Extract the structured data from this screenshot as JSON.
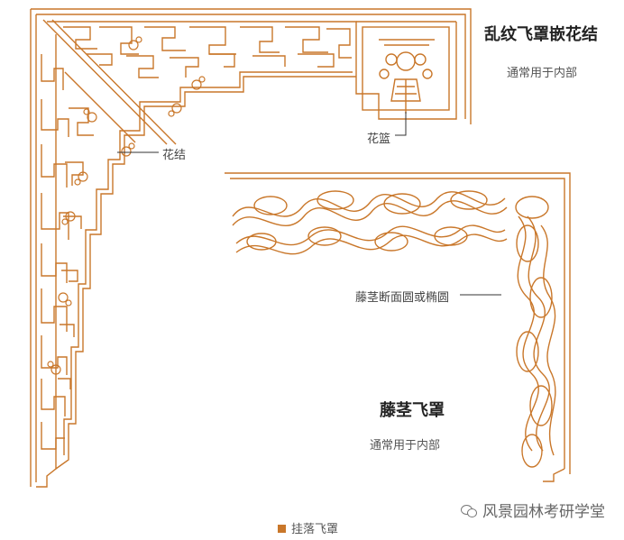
{
  "panel_top": {
    "title": "乱纹飞罩嵌花结",
    "subtitle": "通常用于内部"
  },
  "panel_bottom": {
    "title": "藤茎飞罩",
    "subtitle": "通常用于内部"
  },
  "labels": {
    "flower_knot": "花结",
    "flower_basket": "花篮",
    "vine_section": "藤茎断面圆或椭圆"
  },
  "caption": "挂落飞罩",
  "watermark": "风景园林考研学堂",
  "colors": {
    "ornament": "#c9772a",
    "leader_line": "#333333",
    "caption_square": "#c9772a"
  }
}
